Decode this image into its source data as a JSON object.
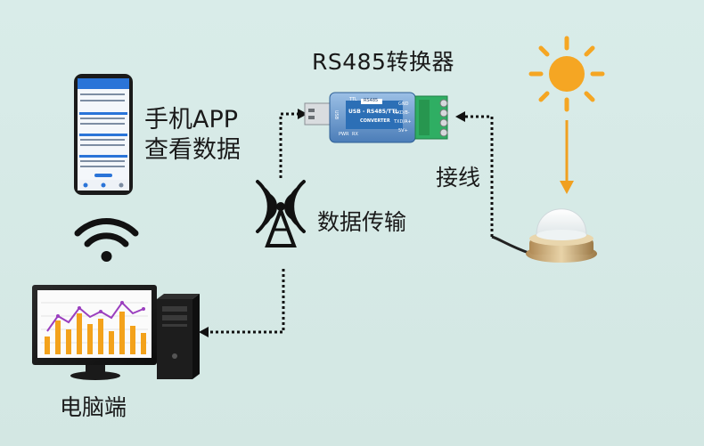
{
  "labels": {
    "converter_title": "RS485转换器",
    "phone_line1": "手机APP",
    "phone_line2": "查看数据",
    "wiring": "接线",
    "data_transmission": "数据传输",
    "pc": "电脑端"
  },
  "converter": {
    "side_label": "USB",
    "top_left": "TTL",
    "top_right": "RS485",
    "main_text": "USB - RS485/TTL",
    "sub_text": "CONVERTER",
    "pins": [
      "GND",
      "RXD/B-",
      "TXD/A+",
      "5V+"
    ],
    "leds": [
      "PWR",
      "RX"
    ]
  },
  "colors": {
    "sun": "#f5a623",
    "arrow_orange": "#f0a020",
    "connector_green": "#2fae63",
    "converter_blue": "#2c6fb6",
    "chart_orange": "#f3a21b",
    "chart_purple": "#9b3fbf",
    "dotted_line": "#111111"
  },
  "icons": [
    "sun-icon",
    "wifi-icon",
    "antenna-icon",
    "usb-plug-icon",
    "sensor-icon",
    "monitor-icon",
    "pc-tower-icon",
    "phone-icon"
  ]
}
